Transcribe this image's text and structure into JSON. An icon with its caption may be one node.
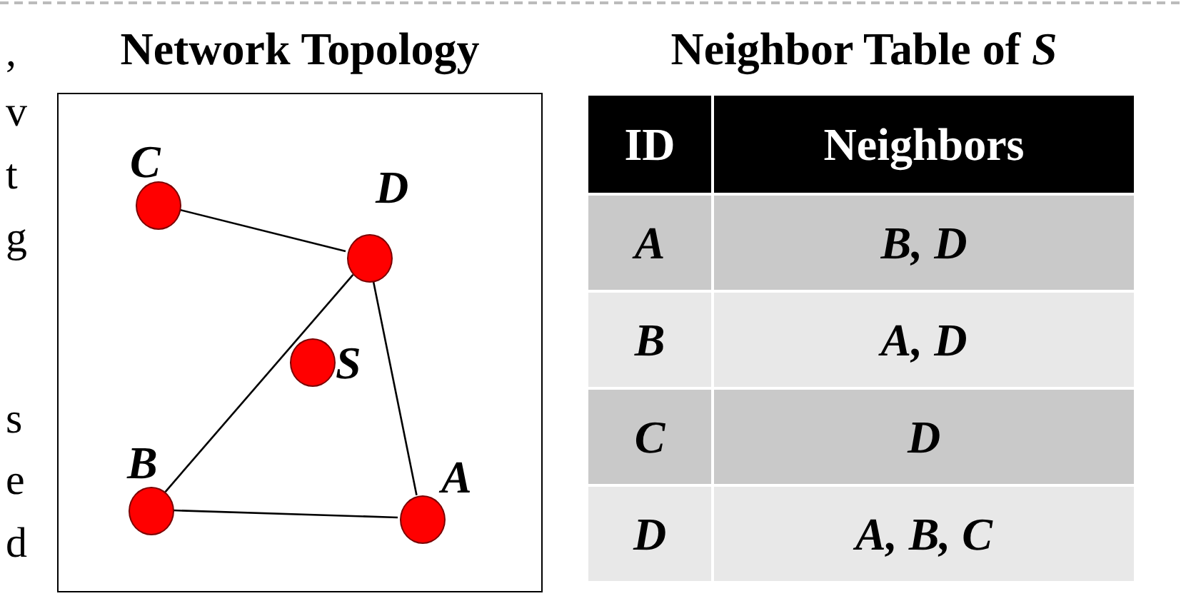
{
  "diagram": {
    "nodes": [
      {
        "text": [
          "Network Topology"
        ]
      },
      {
        "text": [
          "C"
        ],
        "in": 0
      },
      {
        "text": [
          "D"
        ],
        "in": 0
      },
      {
        "text": [
          "S"
        ],
        "in": 0
      },
      {
        "text": [
          "B"
        ],
        "in": 0
      },
      {
        "text": [
          "A"
        ],
        "in": 0
      }
    ],
    "edges": [
      {
        "from": 1,
        "to": 2,
        "arrow": "none"
      },
      {
        "from": 2,
        "to": 4,
        "arrow": "none"
      },
      {
        "from": 2,
        "to": 5,
        "arrow": "none"
      },
      {
        "from": 4,
        "to": 5,
        "arrow": "none"
      }
    ],
    "labels": [
      ",",
      "v",
      "t",
      "g",
      "s",
      "e",
      "d",
      "Neighbor Table of *S*",
      "ID",
      "Neighbors",
      "A",
      "B, D",
      "B",
      "A, D",
      "C",
      "D",
      "D",
      "A, B, C"
    ]
  }
}
